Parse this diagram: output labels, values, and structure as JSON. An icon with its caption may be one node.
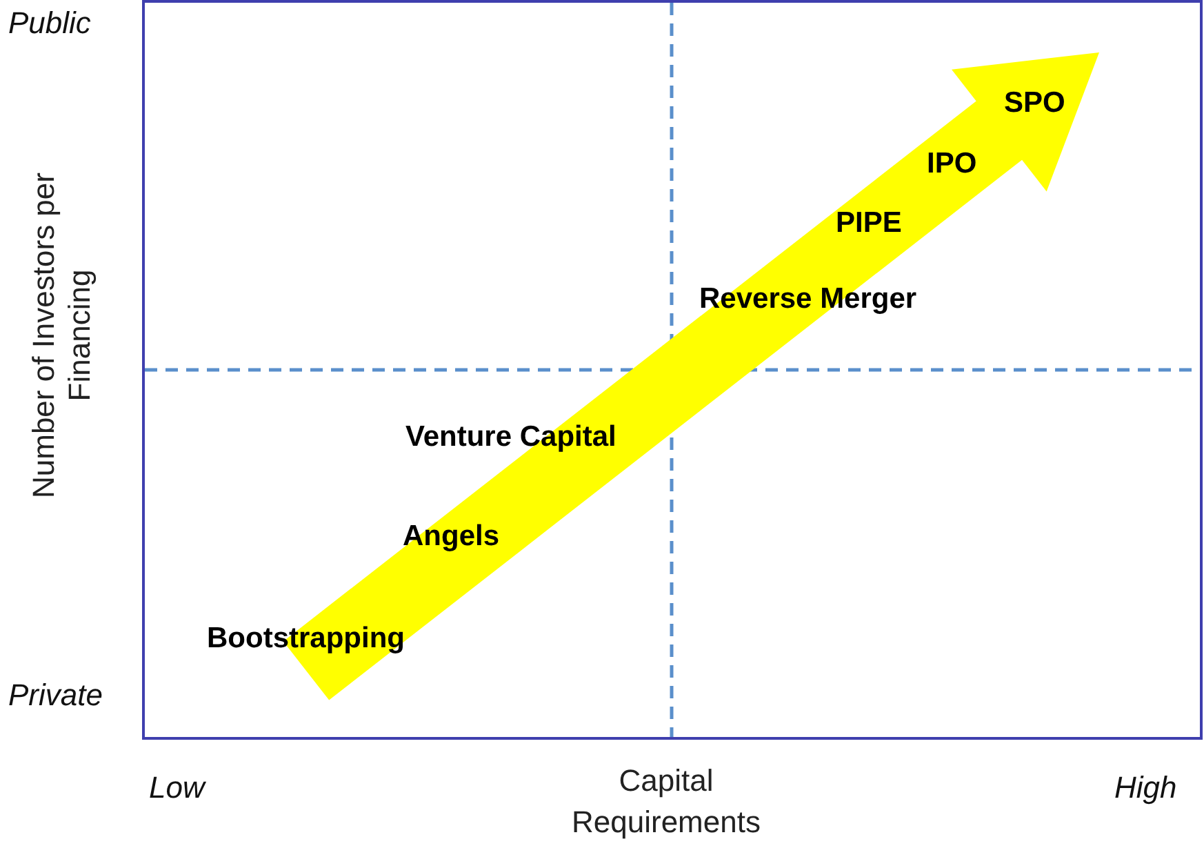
{
  "diagram": {
    "labels": [
      "Public",
      "SPO",
      "IPO",
      "PIPE",
      "Reverse Merger",
      "Number of Investors per Financing",
      "Venture Capital",
      "Angels",
      "Bootstrapping",
      "Private",
      "Low",
      "Capital Requirements",
      "High"
    ]
  }
}
